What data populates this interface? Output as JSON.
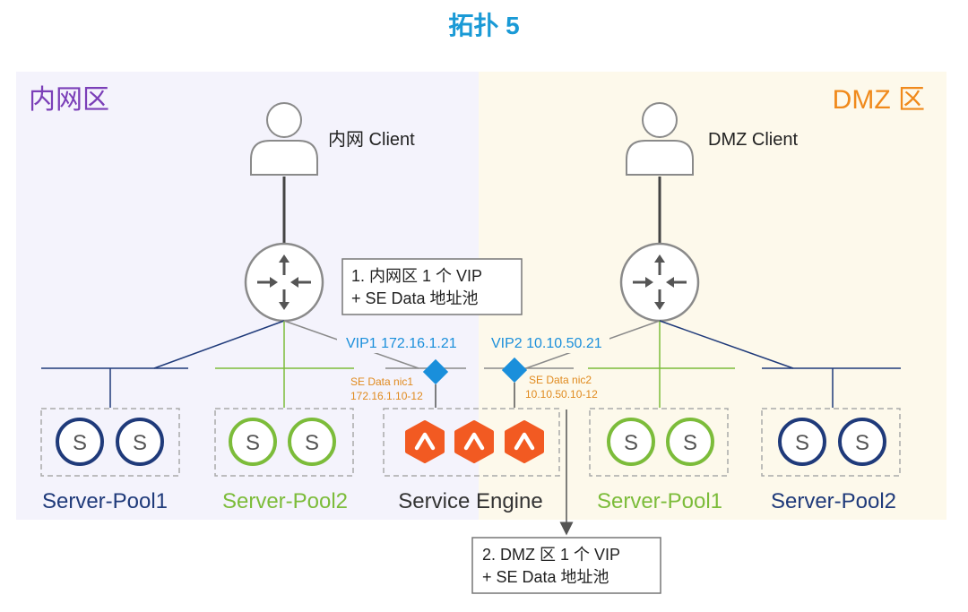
{
  "title": "拓扑 5",
  "zones": {
    "left": {
      "label": "内网区"
    },
    "right": {
      "label": "DMZ 区"
    }
  },
  "clients": {
    "left": {
      "label": "内网 Client"
    },
    "right": {
      "label": "DMZ Client"
    }
  },
  "callouts": {
    "left": {
      "line1": "1. 内网区 1 个 VIP",
      "line2": "+ SE Data 地址池"
    },
    "right": {
      "line1": "2. DMZ 区 1 个 VIP",
      "line2": "+ SE Data 地址池"
    }
  },
  "vips": {
    "vip1": {
      "label": "VIP1 172.16.1.21"
    },
    "vip2": {
      "label": "VIP2 10.10.50.21"
    }
  },
  "nics": {
    "nic1": {
      "name": "SE Data nic1",
      "range": "172.16.1.10-12"
    },
    "nic2": {
      "name": "SE Data nic2",
      "range": "10.10.50.10-12"
    }
  },
  "pools": [
    {
      "label": "Server-Pool1",
      "server_label": "S",
      "color": "#1f3a7a"
    },
    {
      "label": "Server-Pool2",
      "server_label": "S",
      "color": "#7cbc3a"
    },
    {
      "label": "Service Engine",
      "server_label": "^",
      "color": "#333333"
    },
    {
      "label": "Server-Pool1",
      "server_label": "S",
      "color": "#7cbc3a"
    },
    {
      "label": "Server-Pool2",
      "server_label": "S",
      "color": "#1f3a7a"
    }
  ],
  "colors": {
    "title": "#1a9ad6",
    "left_zone_title": "#7b3fb8",
    "right_zone_title": "#f08a1c",
    "left_zone_bg": "#f4f3fc",
    "right_zone_bg": "#fdf9eb",
    "navy": "#1f3a7a",
    "green": "#7cbc3a",
    "se_orange": "#f25a22",
    "vip_blue": "#1a8fdb",
    "nic_orange": "#e08a1e",
    "gray": "#555555"
  }
}
